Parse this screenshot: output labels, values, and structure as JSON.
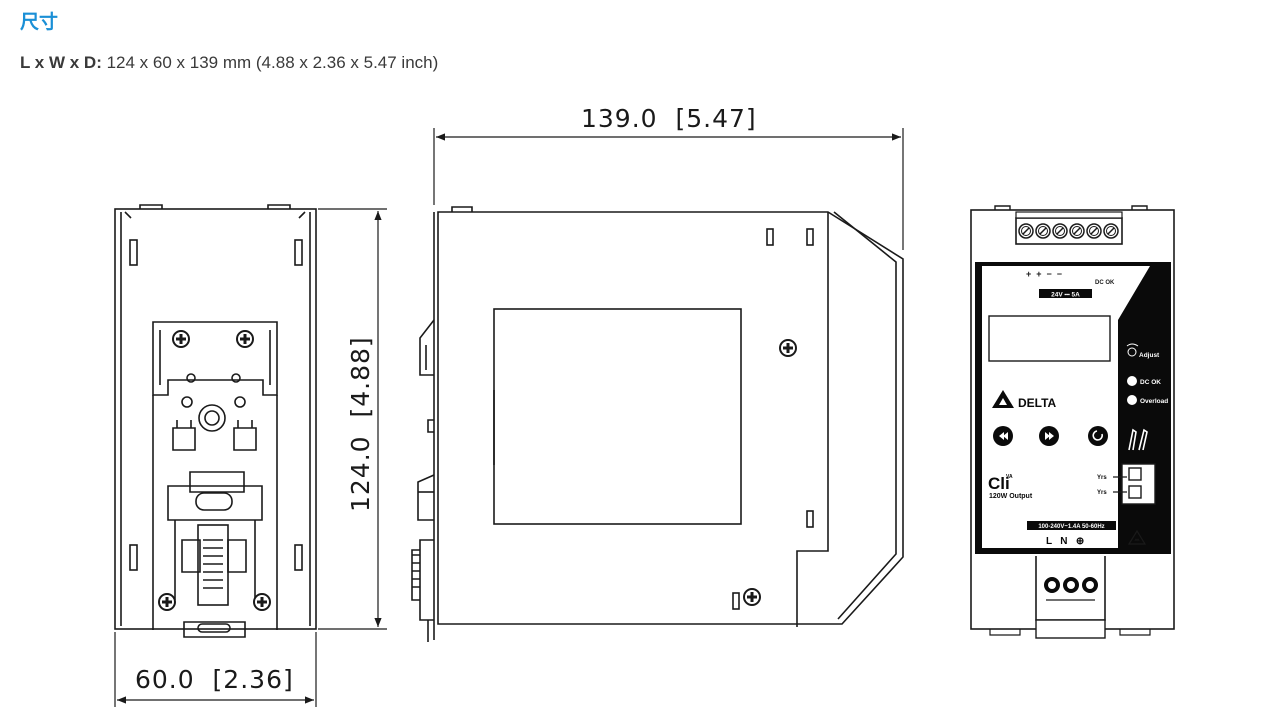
{
  "header": {
    "title": "尺寸",
    "dims_label": "L x W x D:",
    "dims_value": " 124 x 60 x 139 mm (4.88 x 2.36 x 5.47 inch)"
  },
  "dimensions": {
    "length": "139.0  [5.47]",
    "height": "124.0  [4.88]",
    "width": "60.0  [2.36]"
  },
  "front_panel": {
    "dc_terminals": "+  +  −  −",
    "dc_ok_mark": "DC OK",
    "output_rating": "24V ⎓ 5A",
    "adjust_label": "Adjust",
    "dc_ok_label": "DC OK",
    "overload_label": "Overload",
    "brand": "DELTA",
    "product_name": "Cli",
    "product_suffix": "VA",
    "output_label": "120W Output",
    "relay_label_1": "Yrs",
    "relay_label_2": "Yrs",
    "input_rating": "100-240V~1.4A 50-60Hz",
    "ac_terminals": "L   N   ⊕"
  },
  "colors": {
    "title": "#1a8fd6",
    "line": "#1a1a1a",
    "panel": "#0a0a0a"
  }
}
